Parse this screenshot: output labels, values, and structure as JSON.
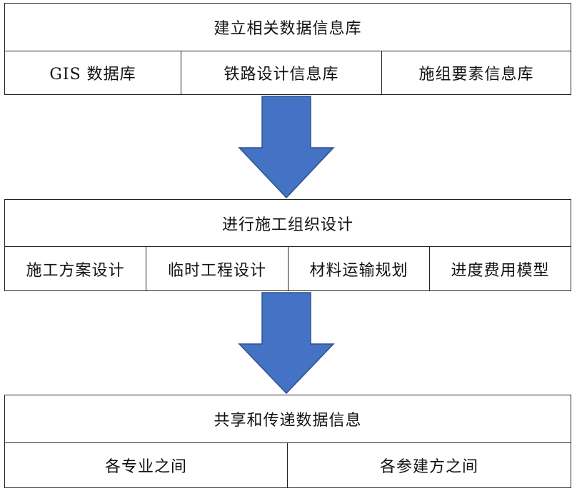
{
  "blocks": [
    {
      "title": "建立相关数据信息库",
      "items": [
        "GIS 数据库",
        "铁路设计信息库",
        "施组要素信息库"
      ]
    },
    {
      "title": "进行施工组织设计",
      "items": [
        "施工方案设计",
        "临时工程设计",
        "材料运输规划",
        "进度费用模型"
      ]
    },
    {
      "title": "共享和传递数据信息",
      "items": [
        "各专业之间",
        "各参建方之间"
      ]
    }
  ],
  "colors": {
    "arrow_fill": "#4472C4",
    "arrow_stroke": "#2F528F",
    "border": "#222222"
  },
  "icons": {
    "flow_arrow": "down-arrow-icon"
  }
}
